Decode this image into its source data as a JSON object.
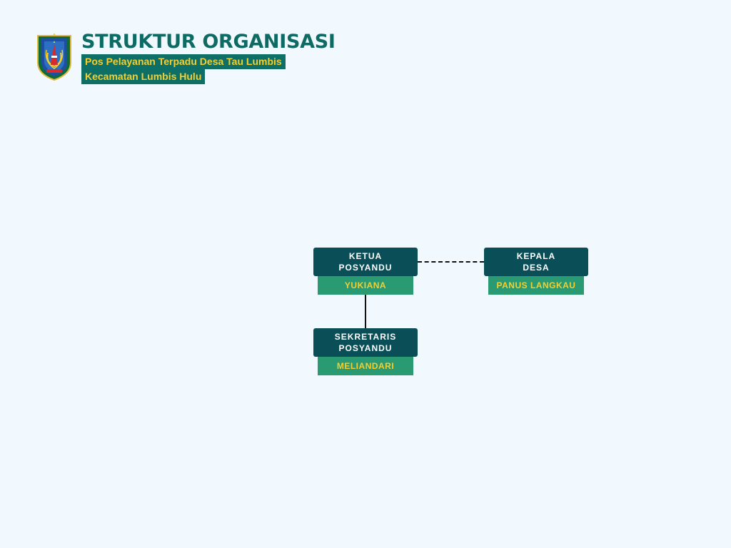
{
  "header": {
    "title": "STRUKTUR ORGANISASI",
    "subtitle_line1": "Pos Pelayanan Terpadu Desa Tau Lumbis",
    "subtitle_line2": "Kecamatan Lumbis Hulu"
  },
  "logo": {
    "icon": "regency-emblem-icon"
  },
  "nodes": {
    "ketua": {
      "role_line1": "KETUA",
      "role_line2": "POSYANDU",
      "name": "YUKIANA"
    },
    "kepala": {
      "role_line1": "KEPALA",
      "role_line2": "DESA",
      "name": "PANUS LANGKAU"
    },
    "sekretaris": {
      "role_line1": "SEKRETARIS",
      "role_line2": "POSYANDU",
      "name": "MELIANDARI"
    }
  },
  "colors": {
    "background": "#f1f9fe",
    "title_green": "#0d6b63",
    "subtitle_bg": "#0e6f66",
    "accent_yellow": "#f4cf2f",
    "node_dark": "#0a4f58",
    "node_green": "#2a9a72"
  }
}
